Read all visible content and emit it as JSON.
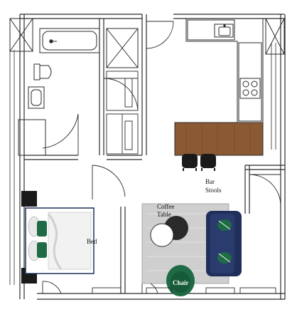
{
  "colors": {
    "wall": "#2b2b2b",
    "island": "#8a5a34",
    "rug": "#cfcfcf",
    "sofa": "#1f2f5a",
    "accent": "#1e6b45",
    "stool": "#1a1a1a"
  },
  "labels": {
    "bar_stools_1": "Bar",
    "bar_stools_2": "Stools",
    "coffee_table_1": "Coffee",
    "coffee_table_2": "Table",
    "bed": "Bed",
    "chair": "Chair"
  }
}
